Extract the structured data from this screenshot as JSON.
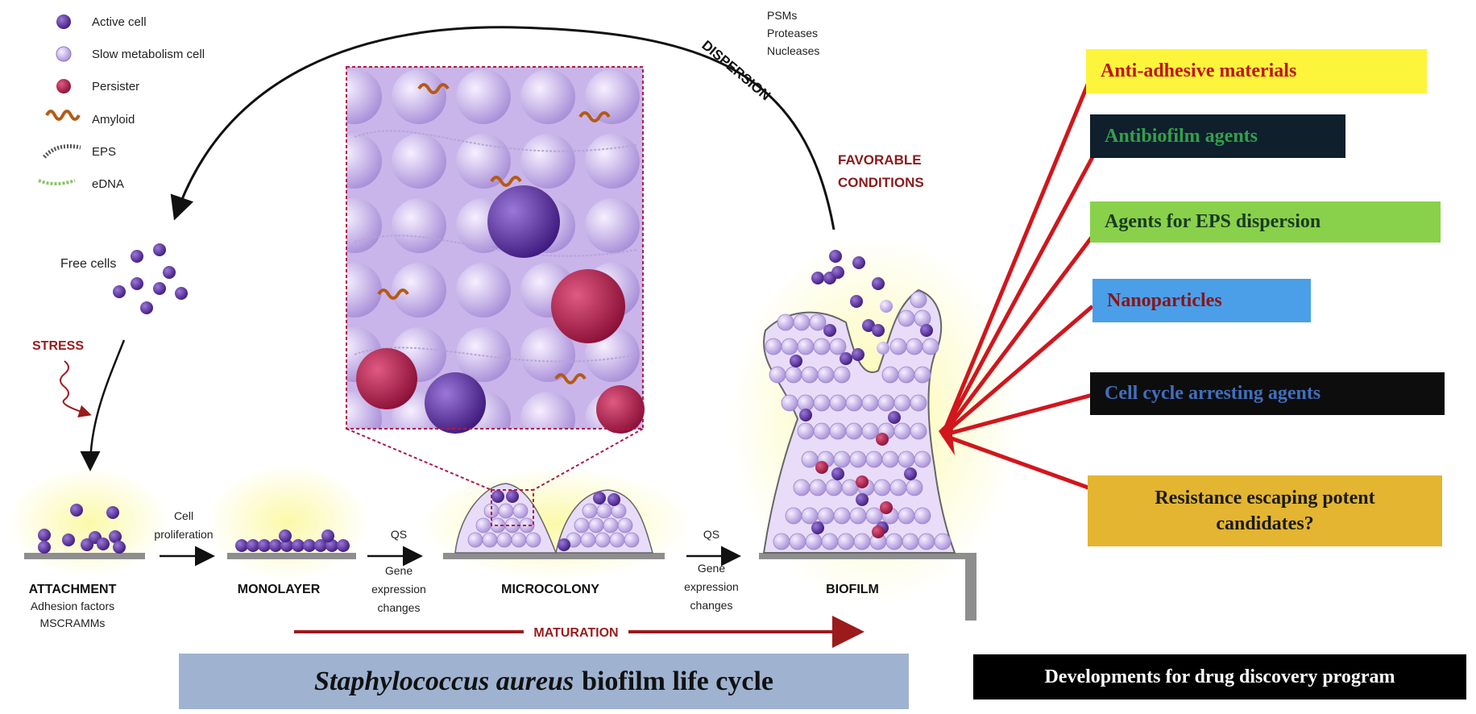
{
  "legend": [
    {
      "label": "Active cell",
      "icon": "active-cell-icon"
    },
    {
      "label": "Slow metabolism cell",
      "icon": "slow-metabolism-cell-icon"
    },
    {
      "label": "Persister",
      "icon": "persister-icon"
    },
    {
      "label": "Amyloid",
      "icon": "amyloid-icon"
    },
    {
      "label": "EPS",
      "icon": "eps-icon"
    },
    {
      "label": "eDNA",
      "icon": "edna-icon"
    }
  ],
  "dispersion": {
    "factors": [
      "PSMs",
      "Proteases",
      "Nucleases"
    ],
    "label": "DISPERSION",
    "favorable": [
      "FAVORABLE",
      "CONDITIONS"
    ]
  },
  "free_cells": "Free cells",
  "stress": "STRESS",
  "stages": {
    "attachment": {
      "title": "ATTACHMENT",
      "sub": [
        "Adhesion factors",
        "MSCRAMMs"
      ]
    },
    "cell_proliferation": [
      "Cell",
      "proliferation"
    ],
    "monolayer": "MONOLAYER",
    "qs1": "QS",
    "gene1": [
      "Gene",
      "expression",
      "changes"
    ],
    "microcolony": "MICROCOLONY",
    "qs2": "QS",
    "gene2": [
      "Gene",
      "expression",
      "changes"
    ],
    "biofilm": "BIOFILM"
  },
  "maturation": "MATURATION",
  "caption": {
    "italic": "Staphylococcus aureus",
    "rest": "biofilm life cycle"
  },
  "strategies": [
    {
      "label": "Anti-adhesive materials",
      "bg": "#fdf53b",
      "fg": "#c0141a"
    },
    {
      "label": "Antibiofilm agents",
      "bg": "#0f1f2c",
      "fg": "#33a04b"
    },
    {
      "label": "Agents for EPS dispersion",
      "bg": "#89d14a",
      "fg": "#1a3a24"
    },
    {
      "label": "Nanoparticles",
      "bg": "#4a9fe8",
      "fg": "#8a1418"
    },
    {
      "label": "Cell cycle arresting agents",
      "bg": "#0d0d0d",
      "fg": "#3f6fbf"
    },
    {
      "label": "Resistance escaping potent candidates?",
      "bg": "#e3b530",
      "fg": "#1a1a1a"
    }
  ],
  "program_caption": "Developments for drug discovery program",
  "colors": {
    "active": "#5b2d9a",
    "slow": "#c9b5ea",
    "persister": "#b0184a",
    "arrow_red": "#d1161c",
    "maturation": "#9b1b1b"
  }
}
